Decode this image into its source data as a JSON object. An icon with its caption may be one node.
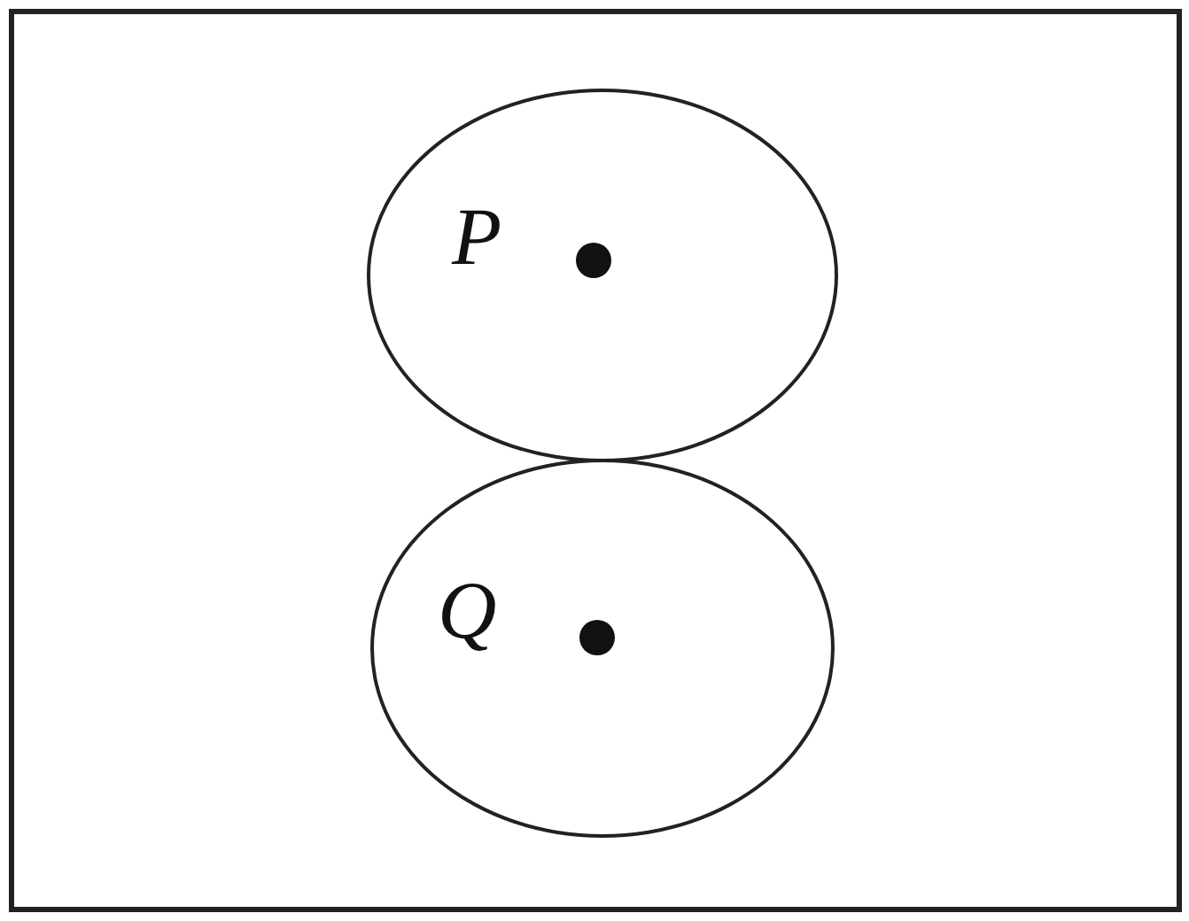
{
  "diagram": {
    "nodes": [
      {
        "text": [],
        "shape": "box"
      },
      {
        "text": [
          "P"
        ],
        "in": 0
      },
      {
        "text": [
          "Q"
        ],
        "in": 0
      }
    ]
  }
}
